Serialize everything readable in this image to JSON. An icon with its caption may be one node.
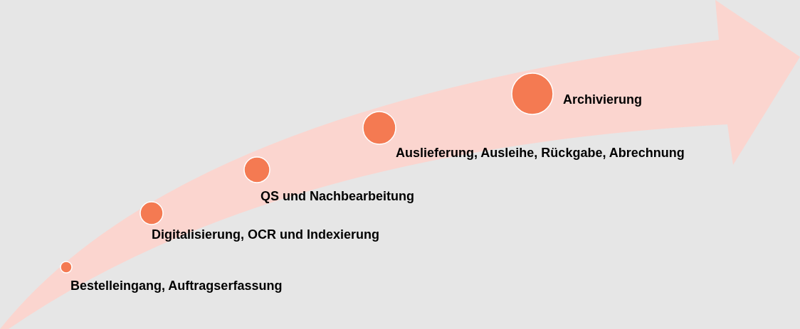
{
  "diagram": {
    "nodes": [
      {
        "text": [],
        "shape": "circle",
        "beside": [
          "Bestelleingang, Auftragserfassung"
        ]
      },
      {
        "text": [],
        "shape": "circle",
        "beside": [
          "Digitalisierung, OCR und Indexierung"
        ]
      },
      {
        "text": [],
        "shape": "circle",
        "beside": [
          "QS und Nachbearbeitung"
        ]
      },
      {
        "text": [],
        "shape": "circle",
        "beside": [
          "Auslieferung, Ausleihe, Rückgabe, Abrechnung"
        ]
      },
      {
        "text": [],
        "shape": "circle",
        "beside": [
          "Archivierung"
        ]
      }
    ]
  }
}
